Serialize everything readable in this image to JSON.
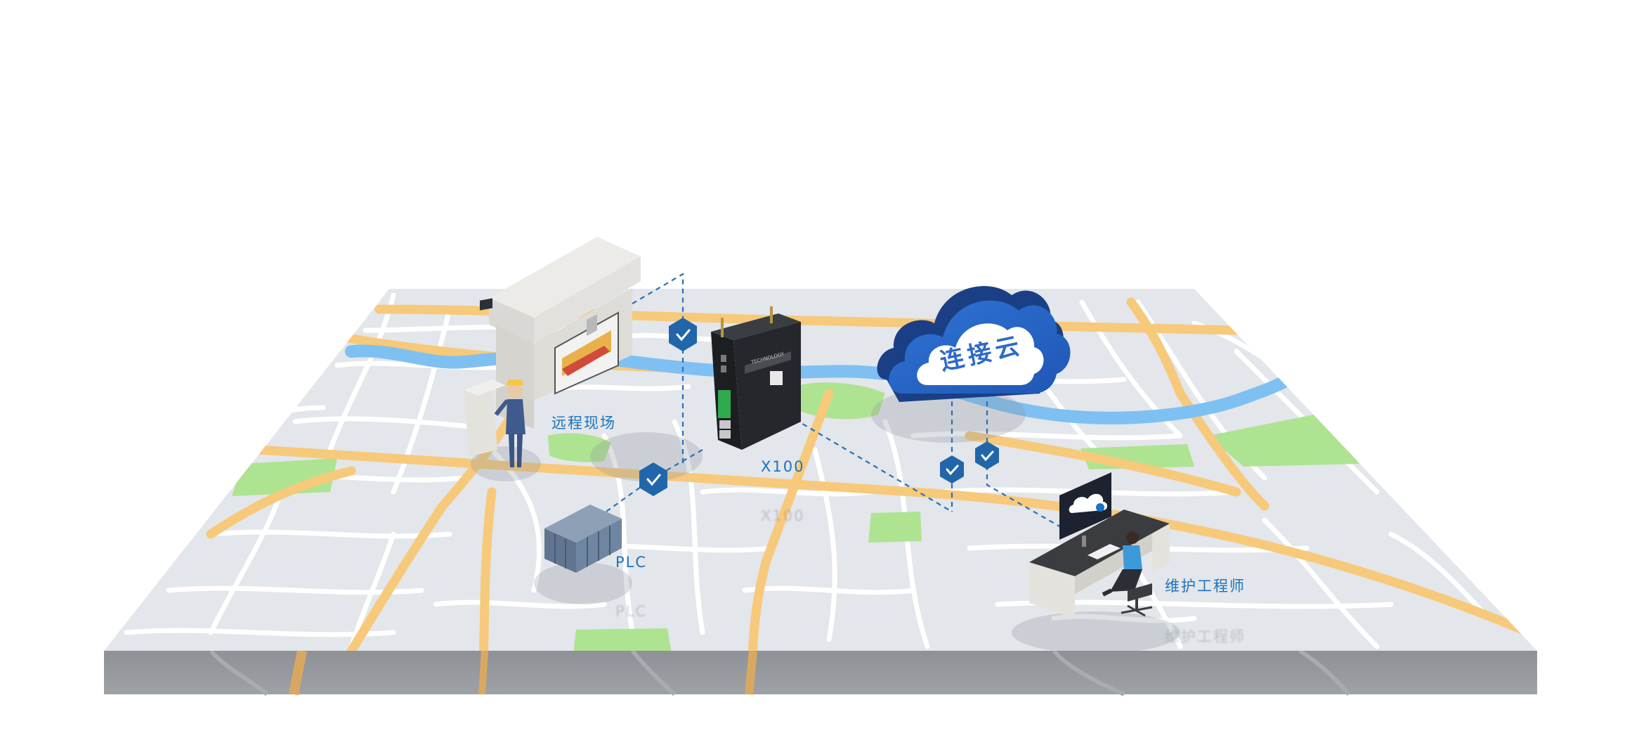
{
  "labels": {
    "remote_site": "远程现场",
    "device": "X100",
    "plc": "PLC",
    "engineer": "维护工程师",
    "cloud": "连接云"
  },
  "device_brand_text": "TECHNOLOGY",
  "colors": {
    "label": "#1a73c2",
    "shield": "#2266aa",
    "map_ground": "#e3e6ea",
    "map_side": "#94979c",
    "road_major": "#f7c97a",
    "road_minor": "#ffffff",
    "river": "#7fc0f2",
    "park": "#aee391",
    "cloud_dark": "#1e4fa3",
    "cloud_mid": "#2f6fd0"
  },
  "icons": [
    "shield-check-icon",
    "cloud-icon",
    "router-device",
    "plc-rack",
    "press-machine",
    "worker-figure",
    "engineer-desk"
  ]
}
